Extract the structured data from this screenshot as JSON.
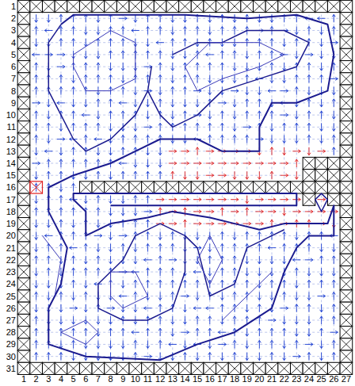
{
  "diagram": {
    "labels": [
      "1",
      "2",
      "3",
      "4",
      "5",
      "6",
      "7",
      "8",
      "9",
      "10",
      "11",
      "12",
      "13",
      "14",
      "15",
      "16",
      "17",
      "18",
      "19",
      "20",
      "21",
      "22",
      "23",
      "24",
      "25",
      "26",
      "27",
      "28",
      "29",
      "30",
      "31",
      "1",
      "2",
      "3",
      "4",
      "5",
      "6",
      "7",
      "8",
      "9",
      "10",
      "11",
      "12",
      "13",
      "14",
      "15",
      "16",
      "17",
      "18",
      "19",
      "20",
      "21",
      "22",
      "23",
      "24",
      "25",
      "26",
      "27"
    ]
  }
}
